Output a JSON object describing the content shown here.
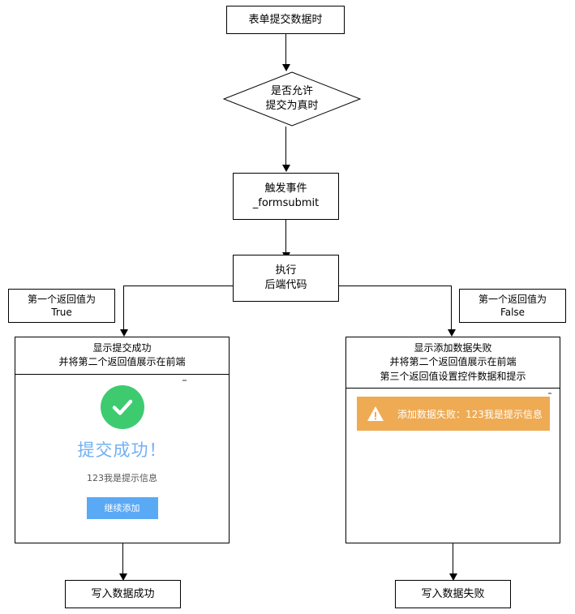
{
  "diagram": {
    "type": "flowchart",
    "title_node": {
      "text": "表单提交数据时"
    },
    "decision": {
      "line1": "是否允许",
      "line2": "提交为真时"
    },
    "trigger": {
      "line1": "触发事件",
      "line2": "_formsubmit"
    },
    "execute": {
      "line1": "执行",
      "line2": "后端代码"
    },
    "branch_true_label": {
      "line1": "第一个返回值为",
      "line2": "True"
    },
    "branch_false_label": {
      "line1": "第一个返回值为",
      "line2": "False"
    },
    "success_panel": {
      "header_line1": "显示提交成功",
      "header_line2": "并将第二个返回值展示在前端",
      "screenshot": {
        "icon": "check-circle-icon",
        "title": "提交成功！",
        "message": "123我是提示信息",
        "button_label": "继续添加",
        "accent_green": "#3ecb70",
        "accent_blue": "#72b0f4",
        "button_blue": "#5aa9f5"
      }
    },
    "error_panel": {
      "header_line1": "显示添加数据失败",
      "header_line2": "并将第二个返回值展示在前端",
      "header_line3": "第三个返回值设置控件数据和提示",
      "screenshot": {
        "icon": "warning-triangle-icon",
        "alert_text": "添加数据失败：123我是提示信息",
        "alert_orange": "#eeab54"
      }
    },
    "end_success": {
      "text": "写入数据成功"
    },
    "end_failure": {
      "text": "写入数据失败"
    }
  }
}
